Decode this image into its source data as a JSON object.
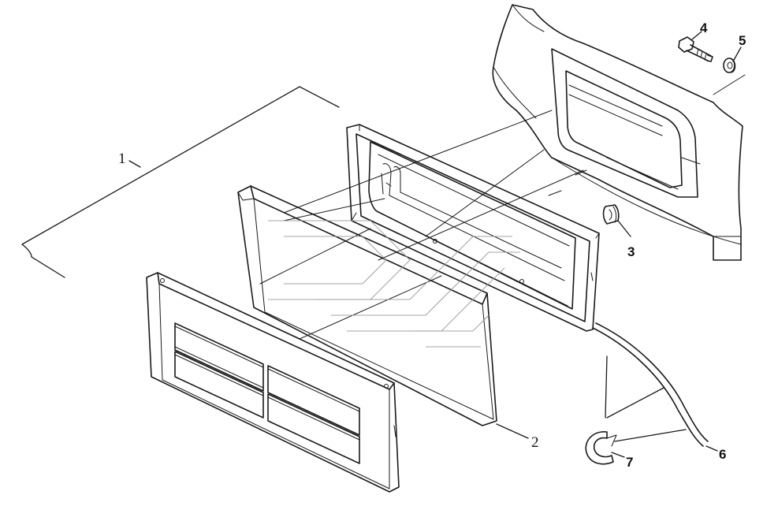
{
  "callouts": [
    {
      "id": "1",
      "label": "1"
    },
    {
      "id": "2",
      "label": "2"
    },
    {
      "id": "3",
      "label": "3"
    },
    {
      "id": "4",
      "label": "4"
    },
    {
      "id": "5",
      "label": "5"
    },
    {
      "id": "6",
      "label": "6"
    },
    {
      "id": "7",
      "label": "7"
    }
  ],
  "colors": {
    "line": "#1a1a1a",
    "watermark": "#9a9a9a",
    "background": "#ffffff"
  }
}
